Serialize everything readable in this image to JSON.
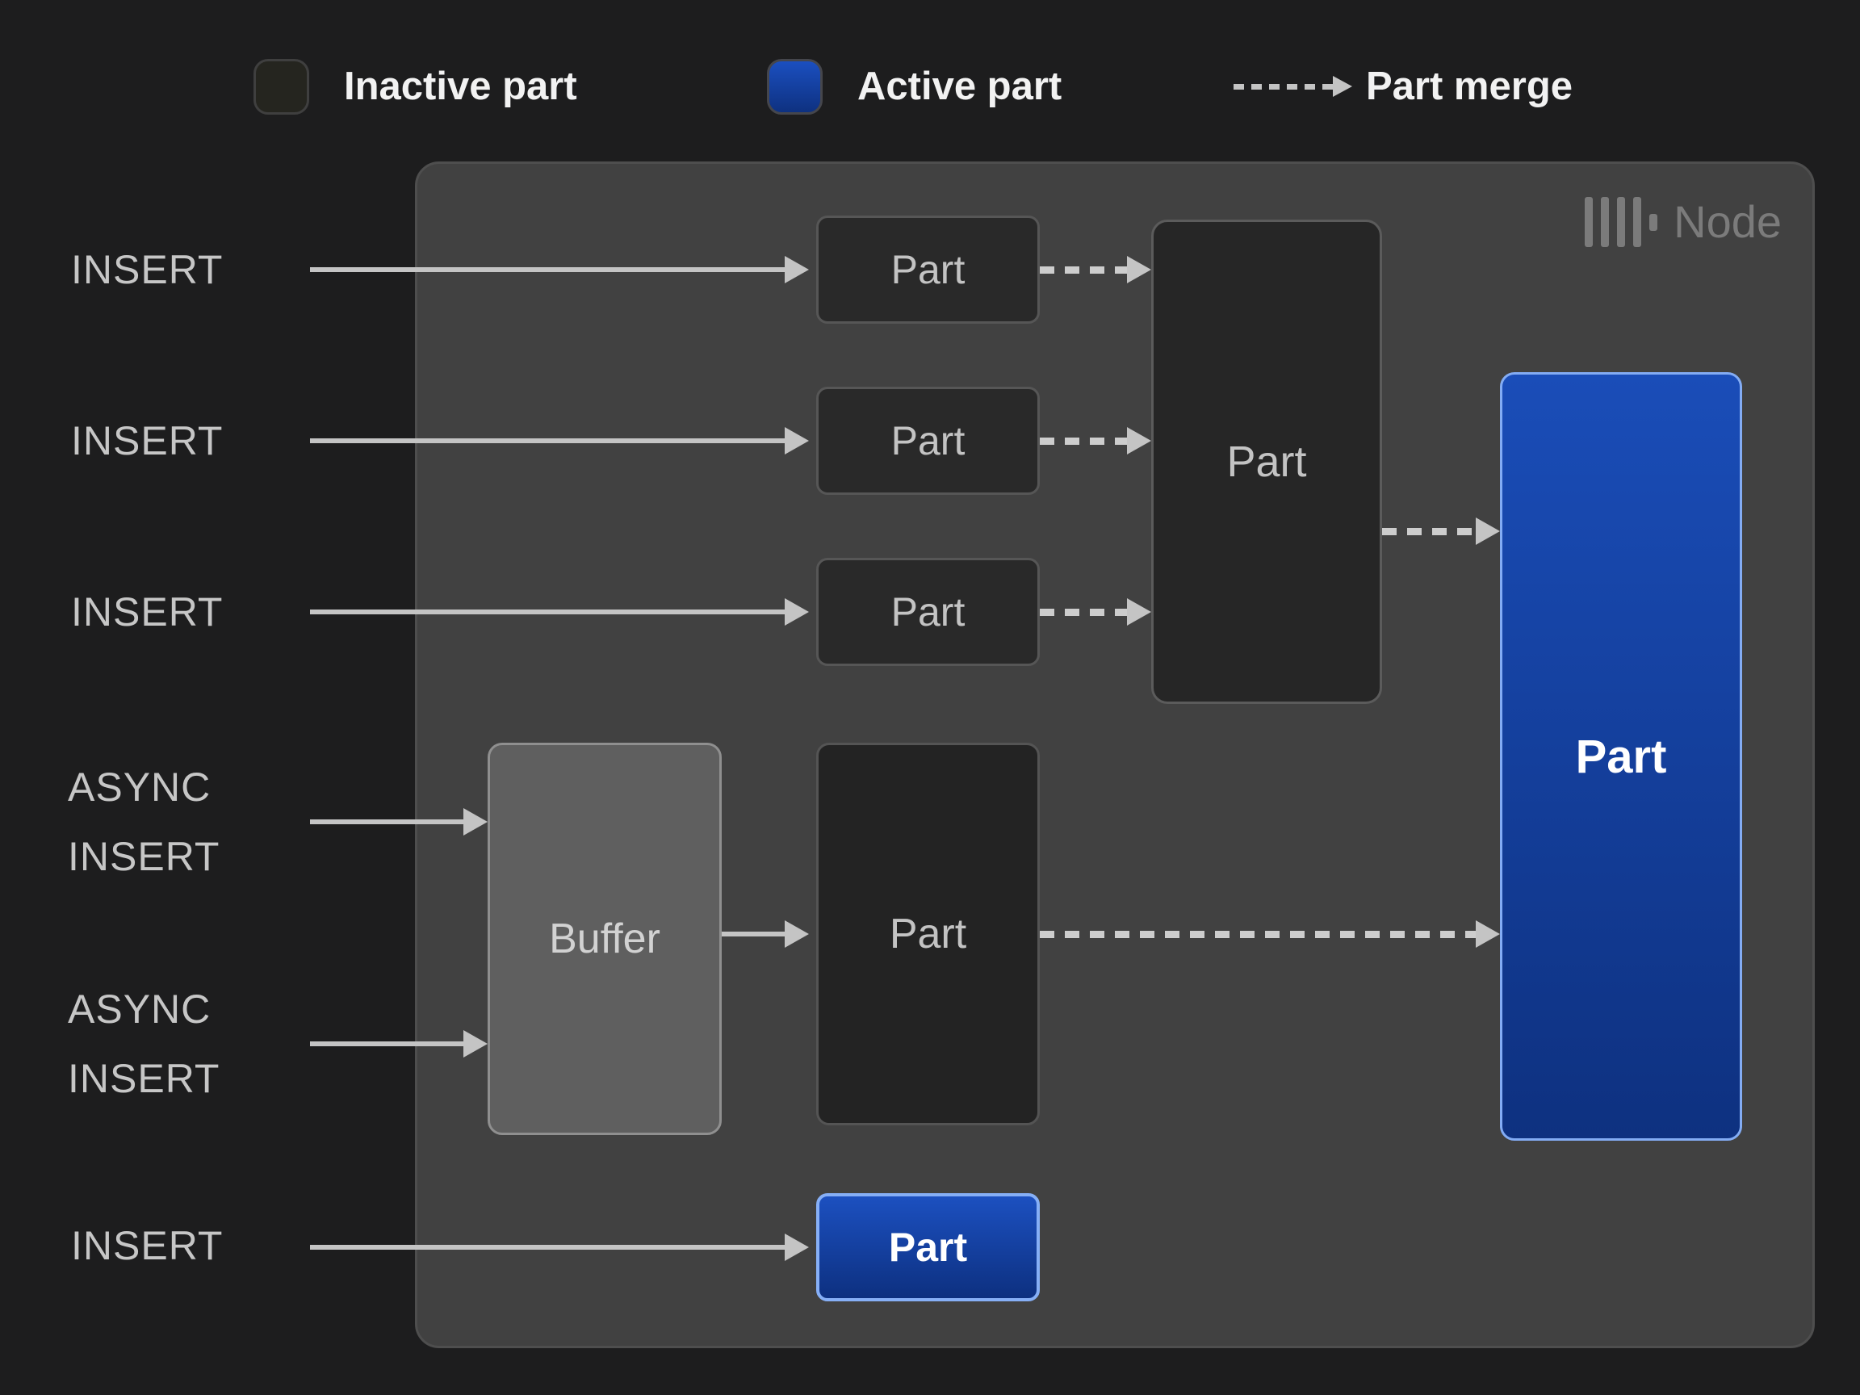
{
  "legend": {
    "inactive": {
      "label": "Inactive part"
    },
    "active": {
      "label": "Active part"
    },
    "merge": {
      "label": "Part merge"
    }
  },
  "node": {
    "title": "Node"
  },
  "inputs": {
    "insert1": "INSERT",
    "insert2": "INSERT",
    "insert3": "INSERT",
    "async1": {
      "line1": "ASYNC",
      "line2": "INSERT"
    },
    "async2": {
      "line1": "ASYNC",
      "line2": "INSERT"
    },
    "insert4": "INSERT"
  },
  "parts": {
    "small1": "Part",
    "small2": "Part",
    "small3": "Part",
    "merged": "Part",
    "buffer": "Buffer",
    "buffered": "Part",
    "active_large": "Part",
    "active_small": "Part"
  },
  "colors": {
    "background": "#1d1d1e",
    "node_fill": "#414141",
    "node_border": "#4e4e4e",
    "inactive_part_fill": "#292929",
    "inactive_part_border": "#565656",
    "active_part_top": "#1b4fc0",
    "active_part_bottom": "#0e3180",
    "active_part_border": "#83acf4",
    "buffer_fill": "#5f5f5f",
    "buffer_border": "#8f8f8f",
    "arrow": "#c4c4c4",
    "io_label_text": "#c6c6c6",
    "legend_text": "#f2f2f2",
    "node_title_text": "#7b7b7b"
  }
}
